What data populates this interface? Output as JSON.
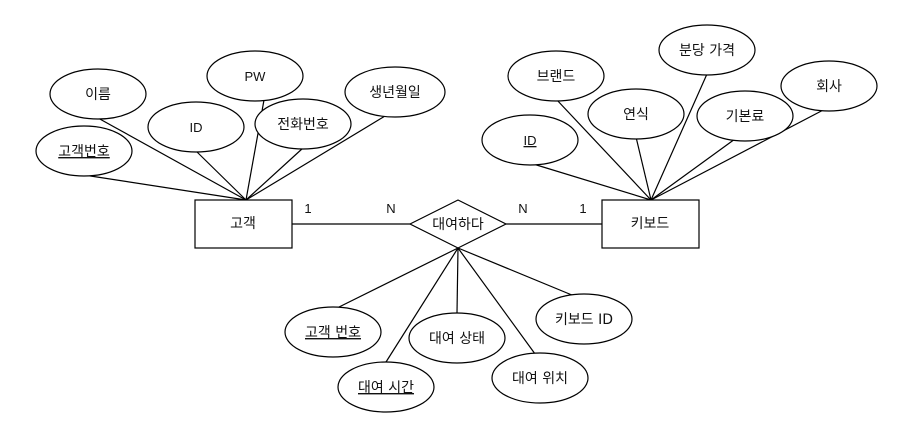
{
  "entities": {
    "customer": "고객",
    "keyboard": "키보드"
  },
  "relationship": "대여하다",
  "cardinality": {
    "customer_side": "1",
    "relation_left": "N",
    "relation_right": "N",
    "keyboard_side": "1"
  },
  "customer_attributes": {
    "name": "이름",
    "pw": "PW",
    "birthdate": "생년월일",
    "id": "ID",
    "phone": "전화번호",
    "customer_no": "고객번호"
  },
  "keyboard_attributes": {
    "brand": "브랜드",
    "price_per_min": "분당 가격",
    "company": "회사",
    "year": "연식",
    "base_fee": "기본료",
    "id": "ID"
  },
  "rental_attributes": {
    "customer_no": "고객 번호",
    "status": "대여 상태",
    "keyboard_id": "키보드 ID",
    "time": "대여 시간",
    "location": "대여 위치"
  }
}
